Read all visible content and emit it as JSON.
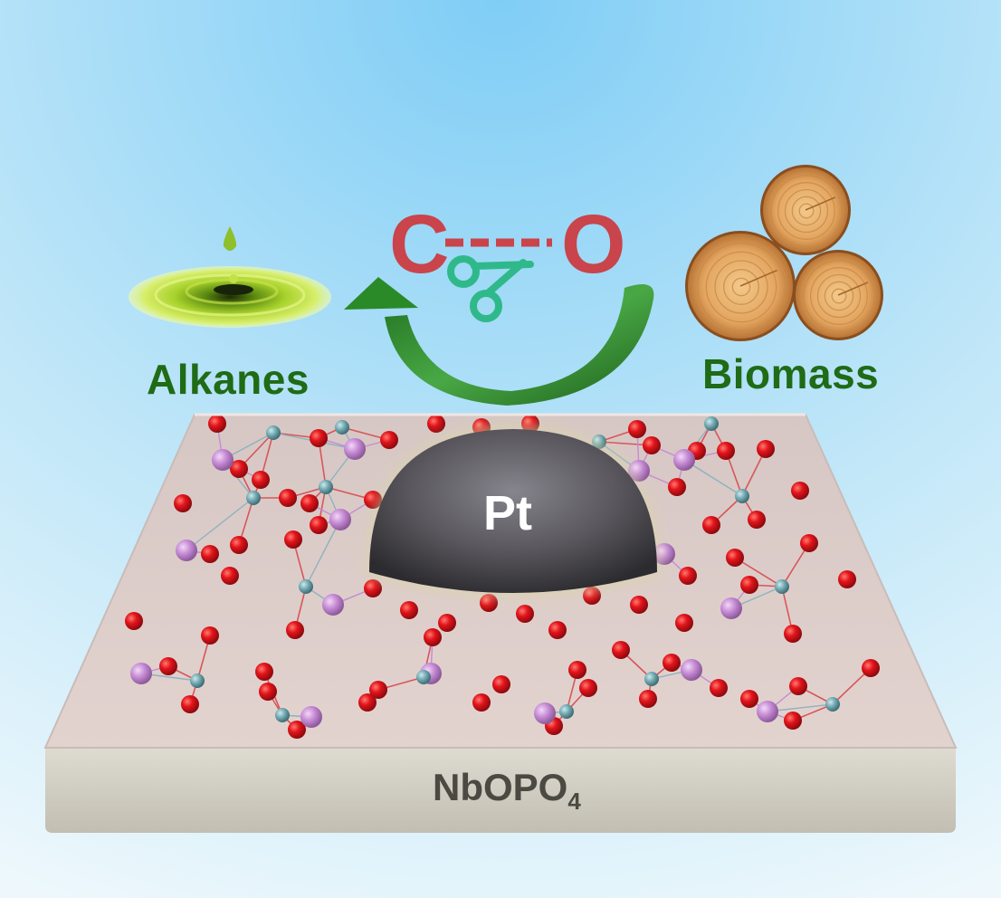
{
  "labels": {
    "product": "Alkanes",
    "feedstock": "Biomass",
    "metal": "Pt"
  },
  "bond": {
    "atom_left": "C",
    "atom_right": "O"
  },
  "support": {
    "formula_main": "NbOPO",
    "formula_subscript": "4"
  },
  "icons": {
    "product_icon": "oil-drop-ripple-icon",
    "feedstock_icon": "wood-logs-icon",
    "bond_cleavage_icon": "scissors-icon",
    "conversion_arrow": "curved-arrow-icon"
  },
  "colors": {
    "background_top": "#8fd3f5",
    "background_bottom": "#e8f5fb",
    "label_text": "#1f6b16",
    "bond_text": "#c9444b",
    "scissors": "#2fb98a",
    "arrow": "#2f8f2a",
    "oxygen_atom": "#e0161c",
    "phosphorus_atom": "#c98ed6",
    "niobium_atom": "#6fa8b0",
    "slab_top": "#d9c6c2",
    "slab_side": "#cfccc1",
    "pt_particle": "#58565c"
  }
}
